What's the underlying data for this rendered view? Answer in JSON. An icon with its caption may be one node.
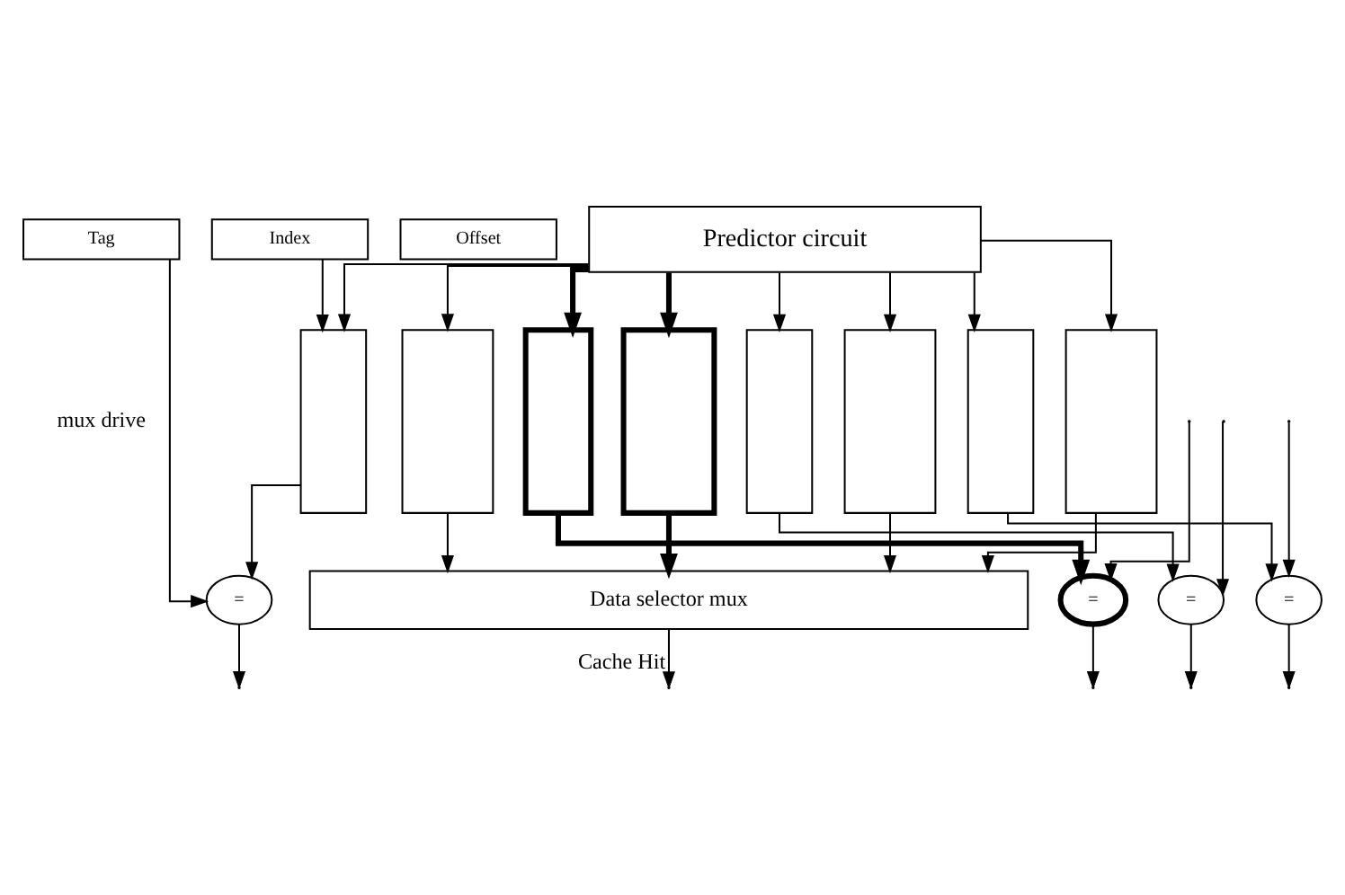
{
  "diagram": {
    "nodes": [
      {
        "text": [
          "Tag"
        ]
      },
      {
        "text": [
          "Index"
        ]
      },
      {
        "text": [
          "Offset"
        ]
      },
      {
        "text": [
          "Predictor circuit"
        ]
      },
      {
        "text": [],
        "shape": "box"
      },
      {
        "text": [],
        "shape": "box"
      },
      {
        "text": [],
        "shape": "box"
      },
      {
        "text": [],
        "shape": "box"
      },
      {
        "text": [],
        "shape": "box"
      },
      {
        "text": [],
        "shape": "box"
      },
      {
        "text": [],
        "shape": "box"
      },
      {
        "text": [],
        "shape": "box"
      },
      {
        "text": [
          "="
        ]
      },
      {
        "text": [
          "="
        ]
      },
      {
        "text": [
          "="
        ]
      },
      {
        "text": [
          "="
        ]
      },
      {
        "text": [
          "Data selector mux"
        ]
      }
    ],
    "edges": [
      {
        "from": 3,
        "to": 4,
        "arrow": "to"
      },
      {
        "from": 3,
        "to": 5,
        "arrow": "to"
      },
      {
        "from": 3,
        "to": 6,
        "arrow": "to",
        "style": "thick"
      },
      {
        "from": 3,
        "to": 7,
        "arrow": "to",
        "style": "thick"
      },
      {
        "from": 3,
        "to": 8,
        "arrow": "to"
      },
      {
        "from": 3,
        "to": 9,
        "arrow": "to"
      },
      {
        "from": 3,
        "to": 10,
        "arrow": "to"
      },
      {
        "from": 3,
        "to": 11,
        "arrow": "to"
      },
      {
        "from": 1,
        "to": 4,
        "arrow": "to"
      },
      {
        "from": 0,
        "to": 12,
        "arrow": "to"
      },
      {
        "from": 4,
        "to": 12,
        "arrow": "to"
      },
      {
        "from": 6,
        "to": 13,
        "arrow": "to",
        "style": "thick"
      },
      {
        "from": 8,
        "to": 14,
        "arrow": "to"
      },
      {
        "from": 10,
        "to": 15,
        "arrow": "to"
      },
      {
        "from": null,
        "to": 13,
        "arrow": "to"
      },
      {
        "from": null,
        "to": 14,
        "arrow": "to"
      },
      {
        "from": null,
        "to": 15,
        "arrow": "to"
      },
      {
        "from": 12,
        "to": null,
        "arrow": "to"
      },
      {
        "from": 13,
        "to": null,
        "arrow": "to"
      },
      {
        "from": 14,
        "to": null,
        "arrow": "to"
      },
      {
        "from": 15,
        "to": null,
        "arrow": "to"
      },
      {
        "from": 5,
        "to": 16,
        "arrow": "to"
      },
      {
        "from": 7,
        "to": 16,
        "arrow": "to",
        "style": "thick"
      },
      {
        "from": 9,
        "to": 16,
        "arrow": "to"
      },
      {
        "from": 11,
        "to": 16,
        "arrow": "to"
      },
      {
        "from": 16,
        "to": null,
        "arrow": "to",
        "label": "Cache Hit"
      }
    ],
    "labels": [
      "mux drive"
    ]
  }
}
